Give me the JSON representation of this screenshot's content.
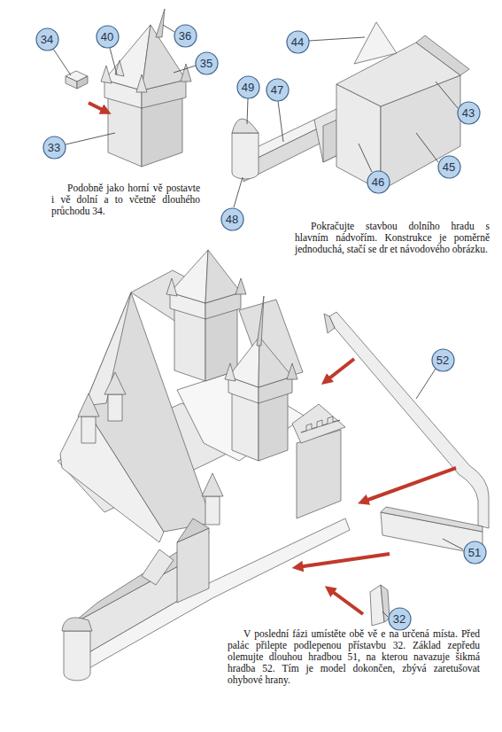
{
  "diagram": {
    "nodes": [
      {
        "text": [
          "34"
        ]
      },
      {
        "text": [
          "40"
        ]
      },
      {
        "text": [
          "36"
        ]
      },
      {
        "text": [
          "35"
        ]
      },
      {
        "text": [
          "33"
        ]
      },
      {
        "text": [
          "44"
        ]
      },
      {
        "text": [
          "49"
        ]
      },
      {
        "text": [
          "47"
        ]
      },
      {
        "text": [
          "43"
        ]
      },
      {
        "text": [
          "48"
        ]
      },
      {
        "text": [
          "46"
        ]
      },
      {
        "text": [
          "45"
        ]
      },
      {
        "text": [
          "52"
        ]
      },
      {
        "text": [
          "51"
        ]
      },
      {
        "text": [
          "32"
        ]
      }
    ],
    "labels": [
      "Podobně jako horní vě postavte i vě dolní a to včetně dlouhého průchodu 34.",
      "Pokračujte stavbou dolního hradu s hlavním nádvořím. Konstrukce je poměrně jednoduchá, stačí se dr et návodového obrázku.",
      "V poslední fázi umístěte obě vě e na určená místa. Před palác přilepte podlepenou přístavbu 32. Základ zepředu olemujte dlouhou hradbou 51, na kterou navazuje šikmá hradba 52. Tím je model dokončen, zbývá zaretušovat ohybové hrany."
    ]
  }
}
